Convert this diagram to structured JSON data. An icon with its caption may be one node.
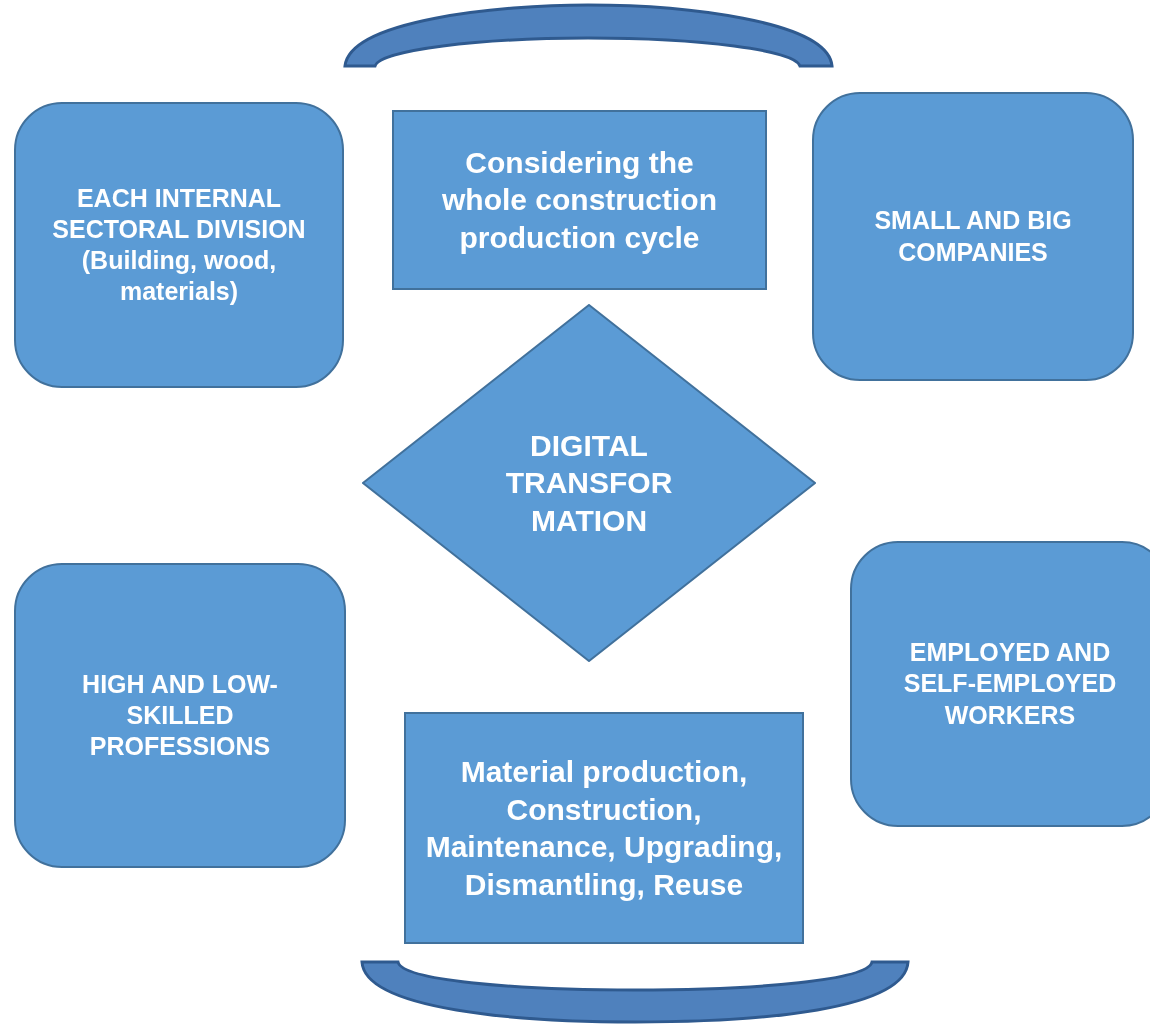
{
  "diagram": {
    "nodes": [
      {
        "text": [
          "EACH INTERNAL SECTORAL DIVISION (Building, wood, materials)"
        ]
      },
      {
        "text": [
          "Considering the whole construction production cycle"
        ]
      },
      {
        "text": [
          "SMALL AND BIG COMPANIES"
        ]
      },
      {
        "text": [
          "DIGITAL TRANSFOR MATION"
        ]
      },
      {
        "text": [
          "HIGH AND LOW-SKILLED PROFESSIONS"
        ]
      },
      {
        "text": [
          "Material production, Construction, Maintenance, Upgrading, Dismantling, Reuse"
        ]
      },
      {
        "text": [
          "EMPLOYED AND SELF-EMPLOYED WORKERS"
        ]
      },
      {
        "text": [],
        "shape": "arc"
      },
      {
        "text": [],
        "shape": "arc"
      }
    ]
  }
}
